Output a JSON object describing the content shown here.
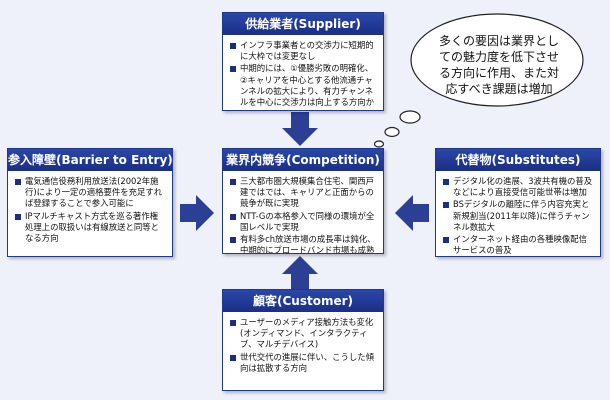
{
  "supplier": {
    "title": "供給業者(Supplier)",
    "items": [
      "インフラ事業者との交渉力に短期的に大枠では変更なし",
      "中期的には、①優勝劣敗の明確化、②キャリアを中心とする他流通チャンネルの拡大により、有力チャンネルを中心に交渉力は向上する方向か"
    ]
  },
  "barrier": {
    "title": "参入障壁(Barrier to Entry)",
    "items": [
      "電気通信役務利用放送法(2002年施行)により一定の適格要件を充足すれば登録することで参入可能に",
      "IPマルチキャスト方式を巡る著作権処理上の取扱いは有線放送と同等となる方向"
    ]
  },
  "competition": {
    "title": "業界内競争(Competition)",
    "items": [
      "三大都市圏大規模集合住宅、関西戸建ではでは、キャリアと正面からの競争が既に実現",
      "NTT-Gの本格参入で同様の環境が全国レベルで実現",
      "有料多ch放送市場の成長率は鈍化、中期的にブロードバンド市場も成熟化"
    ]
  },
  "substitutes": {
    "title": "代替物(Substitutes)",
    "items": [
      "デジタル化の進展、3波共有機の普及などにより直接受信可能世帯は増加",
      "BSデジタルの離陸に伴う内容充実と新規割当(2011年以降)に伴うチャンネル数拡大",
      "インターネット経由の各種映像配信サービスの普及"
    ]
  },
  "customer": {
    "title": "顧客(Customer)",
    "items": [
      "ユーザーのメディア接触方法も変化(オンディマンド、インタラクティブ、マルチデバイス)",
      "世代交代の進展に伴い、こうした傾向は拡散する方向"
    ]
  },
  "thought_bubble": {
    "text": "多くの要因は業界としての魅力度を低下させる方向に作用、また対応すべき課題は増加"
  },
  "colors": {
    "header": "#1a2f84",
    "arrow": "#2b3f95",
    "background": "#eef0fa"
  }
}
